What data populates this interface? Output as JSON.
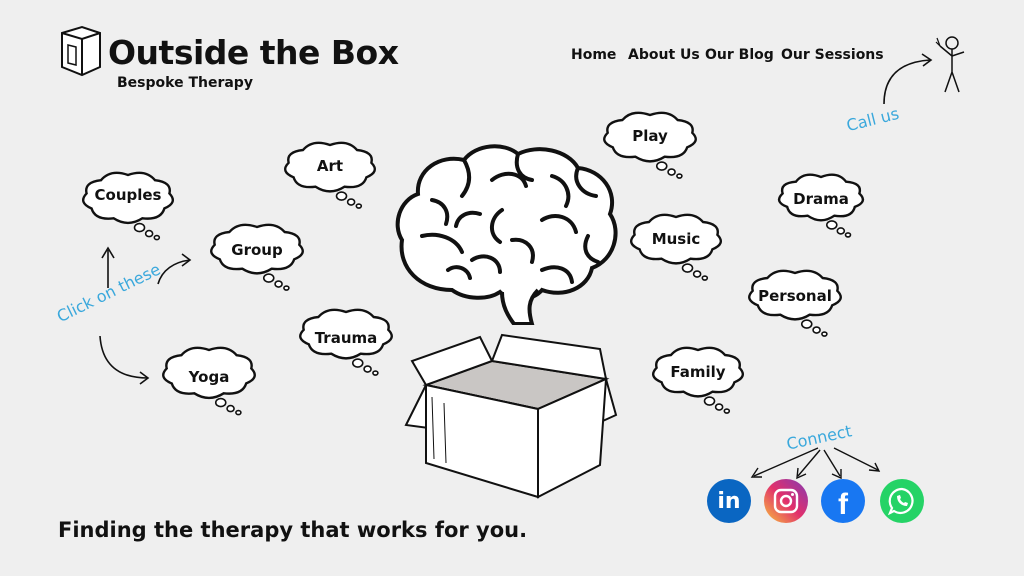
{
  "header": {
    "title": "Outside the Box",
    "subtitle": "Bespoke Therapy"
  },
  "nav": {
    "items": [
      {
        "label": "Home"
      },
      {
        "label": "About Us"
      },
      {
        "label": "Our Blog"
      },
      {
        "label": "Our Sessions"
      }
    ]
  },
  "callout": {
    "call_us": "Call us",
    "click_on_these": "Click on these",
    "connect": "Connect"
  },
  "sessions": [
    {
      "label": "Couples"
    },
    {
      "label": "Art"
    },
    {
      "label": "Group"
    },
    {
      "label": "Yoga"
    },
    {
      "label": "Trauma"
    },
    {
      "label": "Play"
    },
    {
      "label": "Music"
    },
    {
      "label": "Family"
    },
    {
      "label": "Drama"
    },
    {
      "label": "Personal"
    }
  ],
  "tagline": "Finding the therapy that works for you.",
  "social": {
    "icons": [
      "linkedin-icon",
      "instagram-icon",
      "facebook-icon",
      "whatsapp-icon"
    ],
    "linkedin_glyph": "in",
    "facebook_glyph": "f",
    "colors": {
      "linkedin": "#0a66c2",
      "instagram": "#d62976",
      "facebook": "#1877f2",
      "whatsapp": "#25d366"
    }
  },
  "colors": {
    "background": "#efefef",
    "accent_handwriting": "#3aa8dc",
    "text": "#111111"
  }
}
